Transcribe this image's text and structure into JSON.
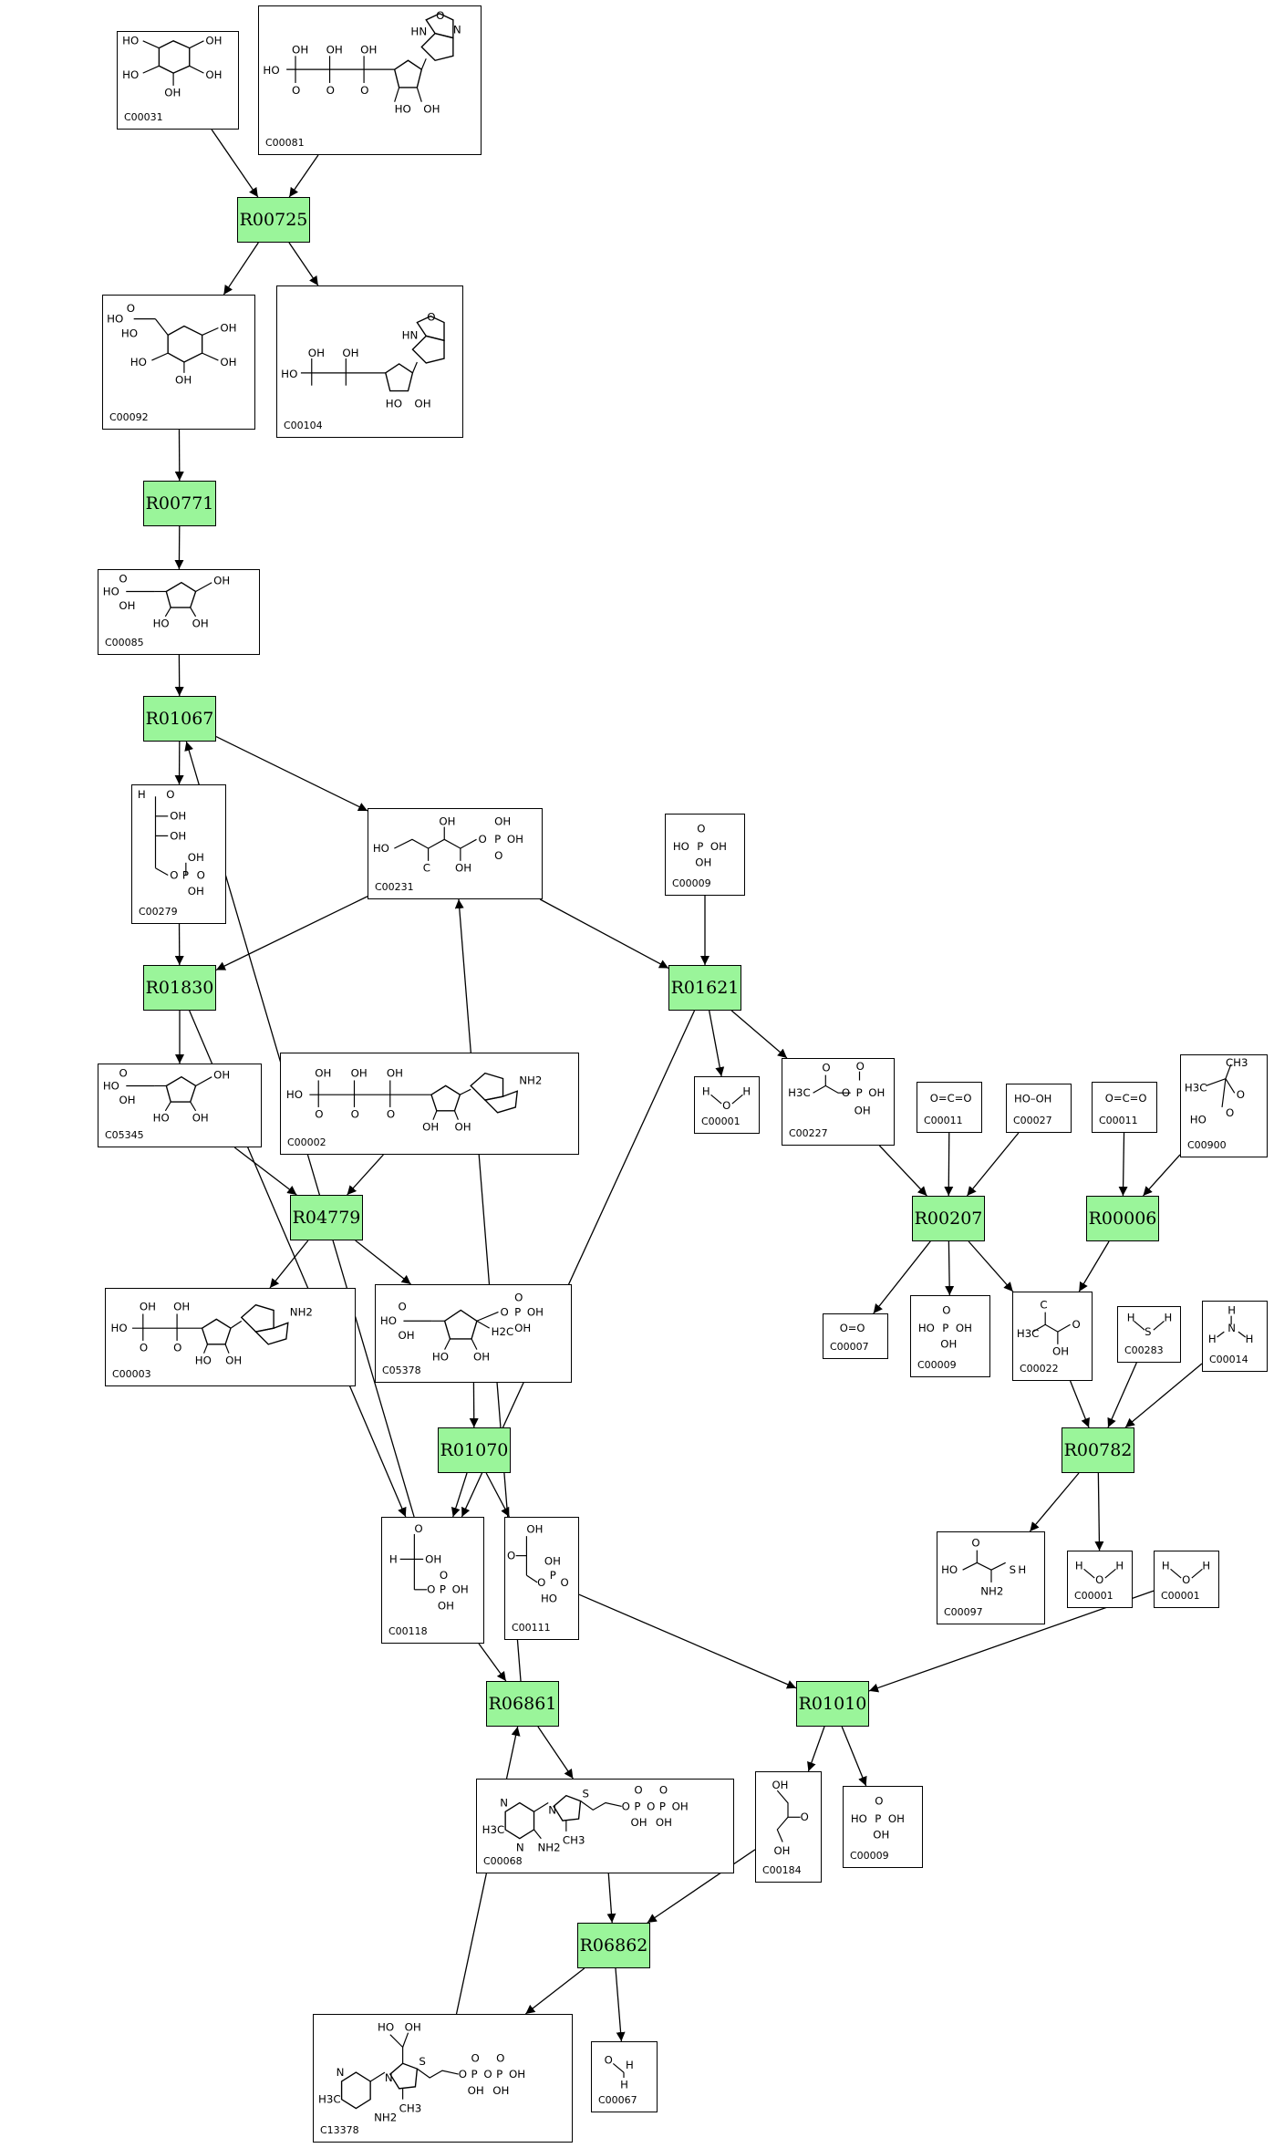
{
  "compounds": [
    {
      "id": "c00031",
      "label": "C00031"
    },
    {
      "id": "c00081",
      "label": "C00081"
    },
    {
      "id": "c00092",
      "label": "C00092"
    },
    {
      "id": "c00104",
      "label": "C00104"
    },
    {
      "id": "c00085",
      "label": "C00085"
    },
    {
      "id": "c00279",
      "label": "C00279"
    },
    {
      "id": "c00231",
      "label": "C00231"
    },
    {
      "id": "c00009a",
      "label": "C00009"
    },
    {
      "id": "c05345",
      "label": "C05345"
    },
    {
      "id": "c00002",
      "label": "C00002"
    },
    {
      "id": "c00001a",
      "label": "C00001"
    },
    {
      "id": "c00227",
      "label": "C00227"
    },
    {
      "id": "c00011a",
      "label": "C00011"
    },
    {
      "id": "c00027",
      "label": "C00027"
    },
    {
      "id": "c00011b",
      "label": "C00011"
    },
    {
      "id": "c00900",
      "label": "C00900"
    },
    {
      "id": "c00003",
      "label": "C00003"
    },
    {
      "id": "c05378",
      "label": "C05378"
    },
    {
      "id": "c00007",
      "label": "C00007"
    },
    {
      "id": "c00009b",
      "label": "C00009"
    },
    {
      "id": "c00022",
      "label": "C00022"
    },
    {
      "id": "c00283",
      "label": "C00283"
    },
    {
      "id": "c00014",
      "label": "C00014"
    },
    {
      "id": "c00118",
      "label": "C00118"
    },
    {
      "id": "c00111",
      "label": "C00111"
    },
    {
      "id": "c00097",
      "label": "C00097"
    },
    {
      "id": "c00001b",
      "label": "C00001"
    },
    {
      "id": "c00001c",
      "label": "C00001"
    },
    {
      "id": "c00068",
      "label": "C00068"
    },
    {
      "id": "c00184",
      "label": "C00184"
    },
    {
      "id": "c00009c",
      "label": "C00009"
    },
    {
      "id": "c13378",
      "label": "C13378"
    },
    {
      "id": "c00067",
      "label": "C00067"
    }
  ],
  "reactions": [
    {
      "id": "r00725",
      "label": "R00725"
    },
    {
      "id": "r00771",
      "label": "R00771"
    },
    {
      "id": "r01067",
      "label": "R01067"
    },
    {
      "id": "r01830",
      "label": "R01830"
    },
    {
      "id": "r01621",
      "label": "R01621"
    },
    {
      "id": "r04779",
      "label": "R04779"
    },
    {
      "id": "r00207",
      "label": "R00207"
    },
    {
      "id": "r00006",
      "label": "R00006"
    },
    {
      "id": "r01070",
      "label": "R01070"
    },
    {
      "id": "r00782",
      "label": "R00782"
    },
    {
      "id": "r06861",
      "label": "R06861"
    },
    {
      "id": "r01010",
      "label": "R01010"
    },
    {
      "id": "r06862",
      "label": "R06862"
    }
  ],
  "edges": [
    {
      "from": "c00031",
      "to": "r00725"
    },
    {
      "from": "c00081",
      "to": "r00725"
    },
    {
      "from": "r00725",
      "to": "c00092"
    },
    {
      "from": "r00725",
      "to": "c00104"
    },
    {
      "from": "c00092",
      "to": "r00771"
    },
    {
      "from": "r00771",
      "to": "c00085"
    },
    {
      "from": "c00085",
      "to": "r01067"
    },
    {
      "from": "r01067",
      "to": "c00279"
    },
    {
      "from": "r01067",
      "to": "c00231"
    },
    {
      "from": "c00279",
      "to": "r01830"
    },
    {
      "from": "c00231",
      "to": "r01830"
    },
    {
      "from": "c00231",
      "to": "r01621"
    },
    {
      "from": "c00009a",
      "to": "r01621"
    },
    {
      "from": "r01621",
      "to": "c00001a"
    },
    {
      "from": "r01621",
      "to": "c00227"
    },
    {
      "from": "r01621",
      "to": "c00118"
    },
    {
      "from": "r01830",
      "to": "c05345"
    },
    {
      "from": "r01830",
      "to": "c00118"
    },
    {
      "from": "c05345",
      "to": "r04779"
    },
    {
      "from": "c00002",
      "to": "r04779"
    },
    {
      "from": "r04779",
      "to": "c00003"
    },
    {
      "from": "r04779",
      "to": "c05378"
    },
    {
      "from": "c05378",
      "to": "r01070"
    },
    {
      "from": "r01070",
      "to": "c00118"
    },
    {
      "from": "r01070",
      "to": "c00111"
    },
    {
      "from": "c00118",
      "to": "r01067"
    },
    {
      "from": "c00118",
      "to": "r06861"
    },
    {
      "from": "c00111",
      "to": "r01010"
    },
    {
      "from": "c00001c",
      "to": "r01010"
    },
    {
      "from": "r01010",
      "to": "c00184"
    },
    {
      "from": "r01010",
      "to": "c00009c"
    },
    {
      "from": "r06861",
      "to": "c00231"
    },
    {
      "from": "r06861",
      "to": "c00068"
    },
    {
      "from": "c00068",
      "to": "r06862"
    },
    {
      "from": "c00184",
      "to": "r06862"
    },
    {
      "from": "r06862",
      "to": "c13378"
    },
    {
      "from": "r06862",
      "to": "c00067"
    },
    {
      "from": "c13378",
      "to": "r06861"
    },
    {
      "from": "c00227",
      "to": "r00207"
    },
    {
      "from": "c00011a",
      "to": "r00207"
    },
    {
      "from": "c00027",
      "to": "r00207"
    },
    {
      "from": "r00207",
      "to": "c00007"
    },
    {
      "from": "r00207",
      "to": "c00009b"
    },
    {
      "from": "r00207",
      "to": "c00022"
    },
    {
      "from": "c00011b",
      "to": "r00006"
    },
    {
      "from": "c00900",
      "to": "r00006"
    },
    {
      "from": "r00006",
      "to": "c00022"
    },
    {
      "from": "c00022",
      "to": "r00782"
    },
    {
      "from": "c00283",
      "to": "r00782"
    },
    {
      "from": "c00014",
      "to": "r00782"
    },
    {
      "from": "r00782",
      "to": "c00097"
    },
    {
      "from": "r00782",
      "to": "c00001b"
    }
  ],
  "colors": {
    "reaction_fill": "#9af59a",
    "line": "#000000"
  },
  "structure_text": {
    "ho": "HO",
    "oh": "OH",
    "o": "O",
    "p": "P",
    "h": "H",
    "n": "N",
    "s": "S",
    "c": "C",
    "hn": "HN",
    "h3c": "H3C",
    "h2c": "H2C",
    "ch3": "CH3",
    "nh2": "NH2",
    "hooh": "HO–OH",
    "oco": "O=C=O",
    "oeqo": "O=O",
    "ho_p_oh": "HO–P–OH"
  }
}
